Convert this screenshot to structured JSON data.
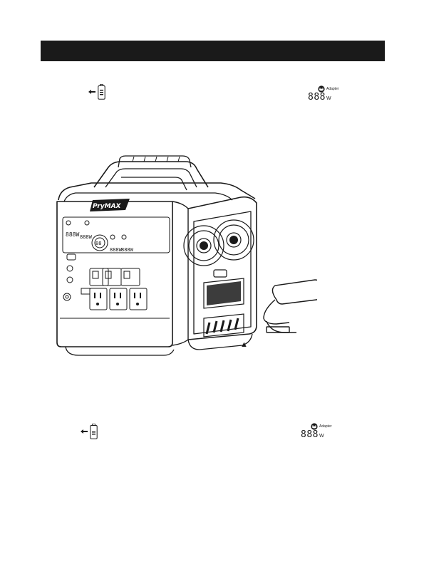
{
  "header": {
    "title": ""
  },
  "top_section": {
    "battery_icon": "battery-discharge-icon",
    "readout": {
      "icon": "adapter-plug-icon",
      "label": "Adapter",
      "value": "888",
      "unit": "W"
    }
  },
  "illustration": {
    "brand": "PryMAX",
    "lcd_values": [
      "888W",
      "888W",
      "888W",
      "888W",
      "88"
    ],
    "marker": "▲"
  },
  "bottom_section": {
    "battery_icon": "battery-discharge-icon",
    "readout": {
      "icon": "adapter-plug-icon",
      "label": "Adapter",
      "value": "888",
      "unit": "W"
    }
  },
  "colors": {
    "ink": "#1a1a1a",
    "background": "#ffffff"
  }
}
